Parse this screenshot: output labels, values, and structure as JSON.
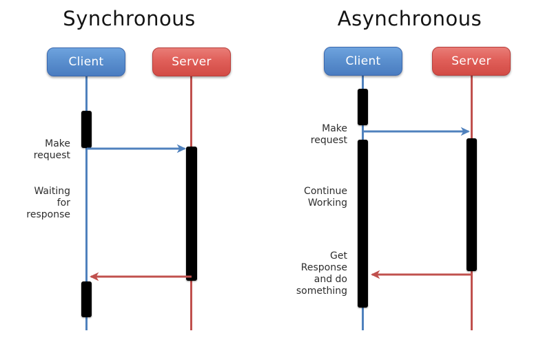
{
  "colors": {
    "blue_line": "#4F81BD",
    "red_line": "#C0504D",
    "blue_box_top": "#6EA3DE",
    "blue_box_bottom": "#4A7CC0",
    "blue_box_border": "#3A67AD",
    "red_box_top": "#E97D77",
    "red_box_bottom": "#D24B45",
    "red_box_border": "#B73D39",
    "activation_bar": "#000000",
    "title_text": "#141414",
    "note_text": "#2D2D2D",
    "background": "#FFFFFF"
  },
  "sync": {
    "title": "Synchronous",
    "client_label": "Client",
    "server_label": "Server",
    "label_make_request": "Make\nrequest",
    "label_waiting": "Waiting\nfor\nresponse"
  },
  "async": {
    "title": "Asynchronous",
    "client_label": "Client",
    "server_label": "Server",
    "label_make_request": "Make\nrequest",
    "label_continue": "Continue\nWorking",
    "label_get_response": "Get\nResponse\nand do\nsomething"
  }
}
